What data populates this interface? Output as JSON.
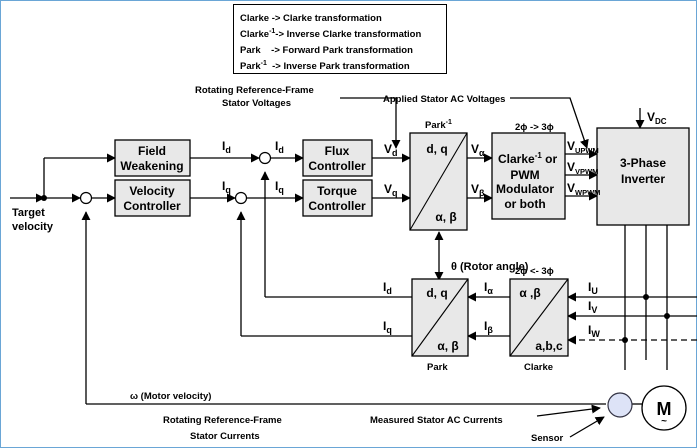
{
  "legend": [
    {
      "sym": "Clarke",
      "sup": "",
      "desc": "-> Clarke transformation"
    },
    {
      "sym": "Clarke",
      "sup": "-1",
      "desc": "-> Inverse Clarke transformation"
    },
    {
      "sym": "Park",
      "sup": "",
      "desc": "-> Forward Park transformation"
    },
    {
      "sym": "Park",
      "sup": "-1",
      "desc": "-> Inverse  Park transformation"
    }
  ],
  "blocks": {
    "field_weakening": [
      "Field",
      "Weakening"
    ],
    "velocity_controller": [
      "Velocity",
      "Controller"
    ],
    "flux_controller": [
      "Flux",
      "Controller"
    ],
    "torque_controller": [
      "Torque",
      "Controller"
    ],
    "inv_park_top": "d, q",
    "inv_park_bottom": "α, β",
    "modulator": [
      "Clarke",
      "-1",
      " or",
      "PWM",
      "Modulator",
      "or both"
    ],
    "inverter": [
      "3-Phase",
      "Inverter"
    ],
    "park_top": "d, q",
    "park_bottom": "α, β",
    "clarke_top": "α ,β",
    "clarke_bottom": "a,b,c",
    "motor": "M",
    "motor_tilde": "~"
  },
  "labels": {
    "target_velocity": [
      "Target",
      "velocity"
    ],
    "rot_frame_voltages": [
      "Rotating Reference-Frame",
      "Stator Voltages"
    ],
    "applied_voltages": "Applied Stator AC Voltages",
    "park_inv_title": "Park",
    "park_inv_sup": "-1",
    "two_to_three": "2ϕ -> 3ϕ",
    "three_to_two": "2ϕ <- 3ϕ",
    "vdc": "V",
    "vdc_sub": "DC",
    "theta": "θ (Rotor angle)",
    "park_caption": "Park",
    "clarke_caption": "Clarke",
    "omega": "ω  (Motor velocity)",
    "rot_frame_currents": [
      "Rotating Reference-Frame",
      "Stator Currents"
    ],
    "measured_currents": "Measured Stator AC Currents",
    "sensor": "Sensor"
  },
  "signals": {
    "id": "I",
    "id_sub": "d",
    "iq": "I",
    "iq_sub": "q",
    "vd": "V",
    "vd_sub": "d",
    "vq": "V",
    "vq_sub": "q",
    "valpha": "V",
    "valpha_sub": "α",
    "vbeta": "V",
    "vbeta_sub": "β",
    "vu": "V",
    "vu_sub": "UPWM",
    "vv": "V",
    "vv_sub": "VPWM",
    "vw": "V",
    "vw_sub": "WPWM",
    "ialpha": "I",
    "ialpha_sub": "α",
    "ibeta": "I",
    "ibeta_sub": "β",
    "iu": "I",
    "iu_sub": "U",
    "iv": "I",
    "iv_sub": "V",
    "iw": "I",
    "iw_sub": "W"
  }
}
